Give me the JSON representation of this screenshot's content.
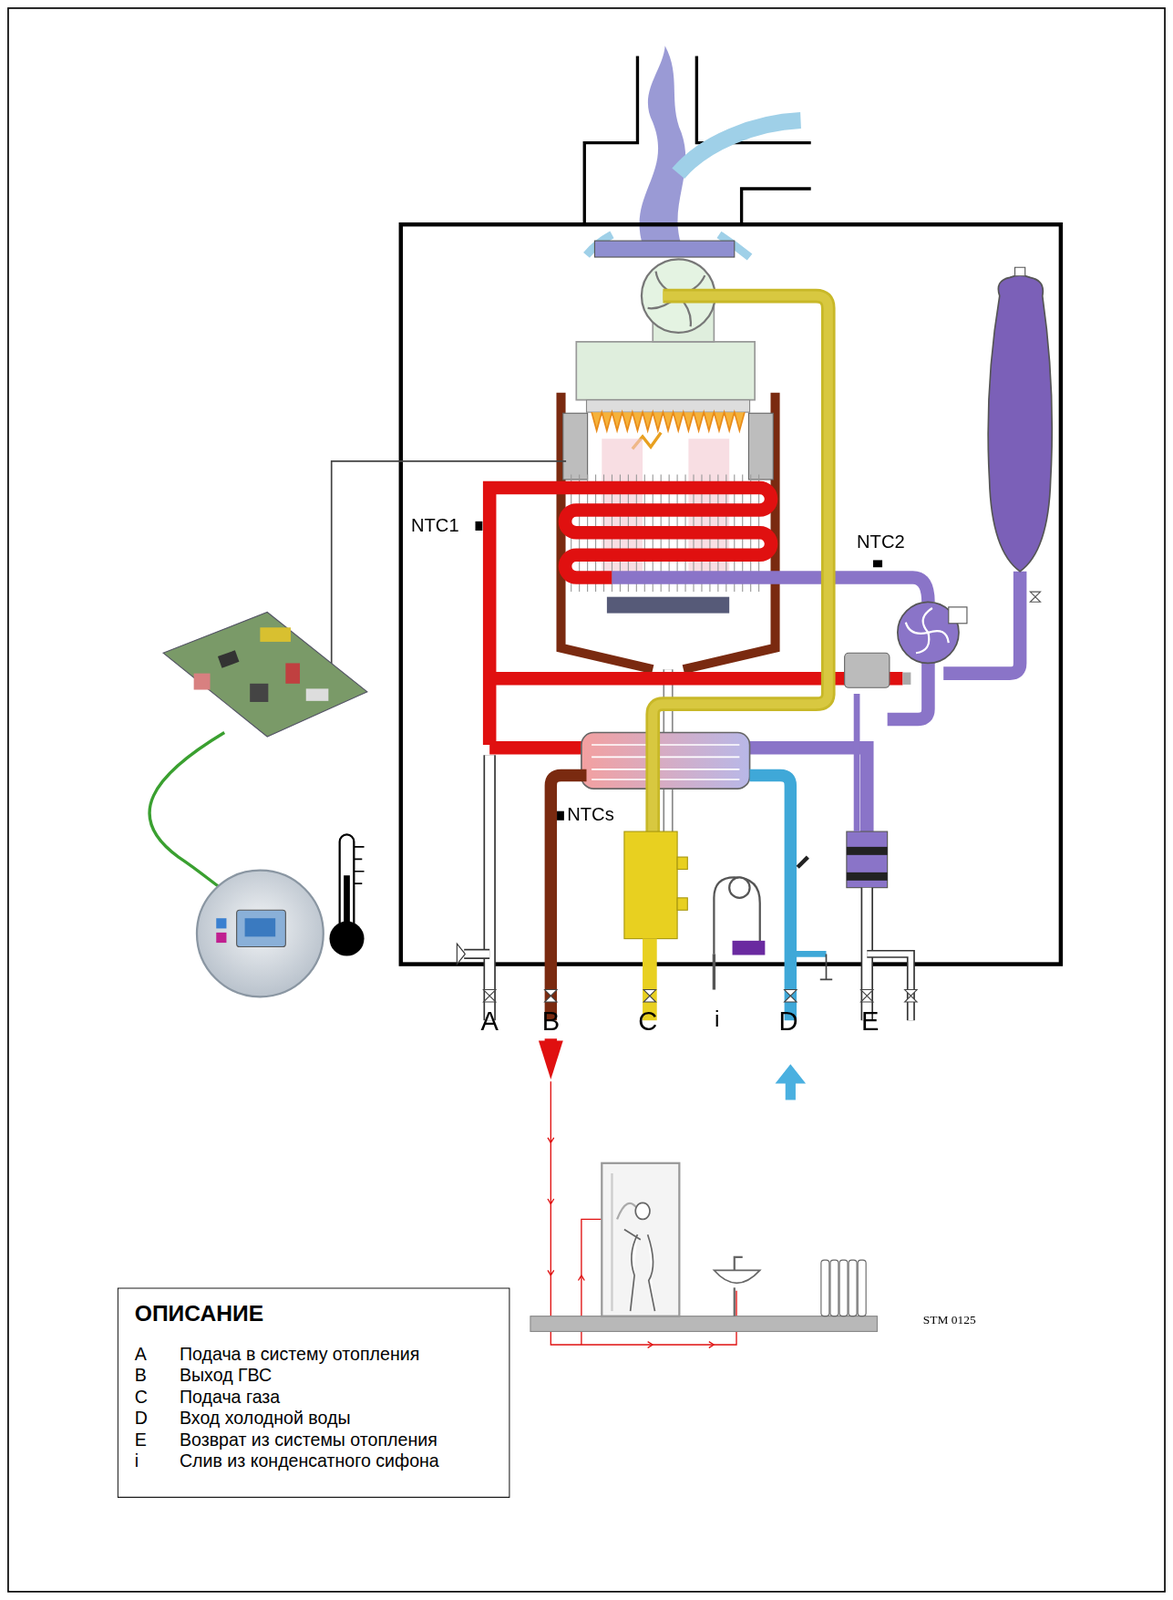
{
  "diagram": {
    "nodes": [
      {
        "text": [
          "ОПИСАНИЕ",
          "A",
          "Подача в систему отопления",
          "B",
          "Выход ГВС",
          "C",
          "Подача газа",
          "D",
          "Вход холодной воды",
          "E",
          "Возврат из системы отопления",
          "i",
          "Слив из конденсатного сифона"
        ]
      }
    ],
    "labels": [
      "NTC1",
      "NTC2",
      "NTCs",
      "A",
      "B",
      "C",
      "i",
      "D",
      "E",
      "STM 0125"
    ]
  }
}
